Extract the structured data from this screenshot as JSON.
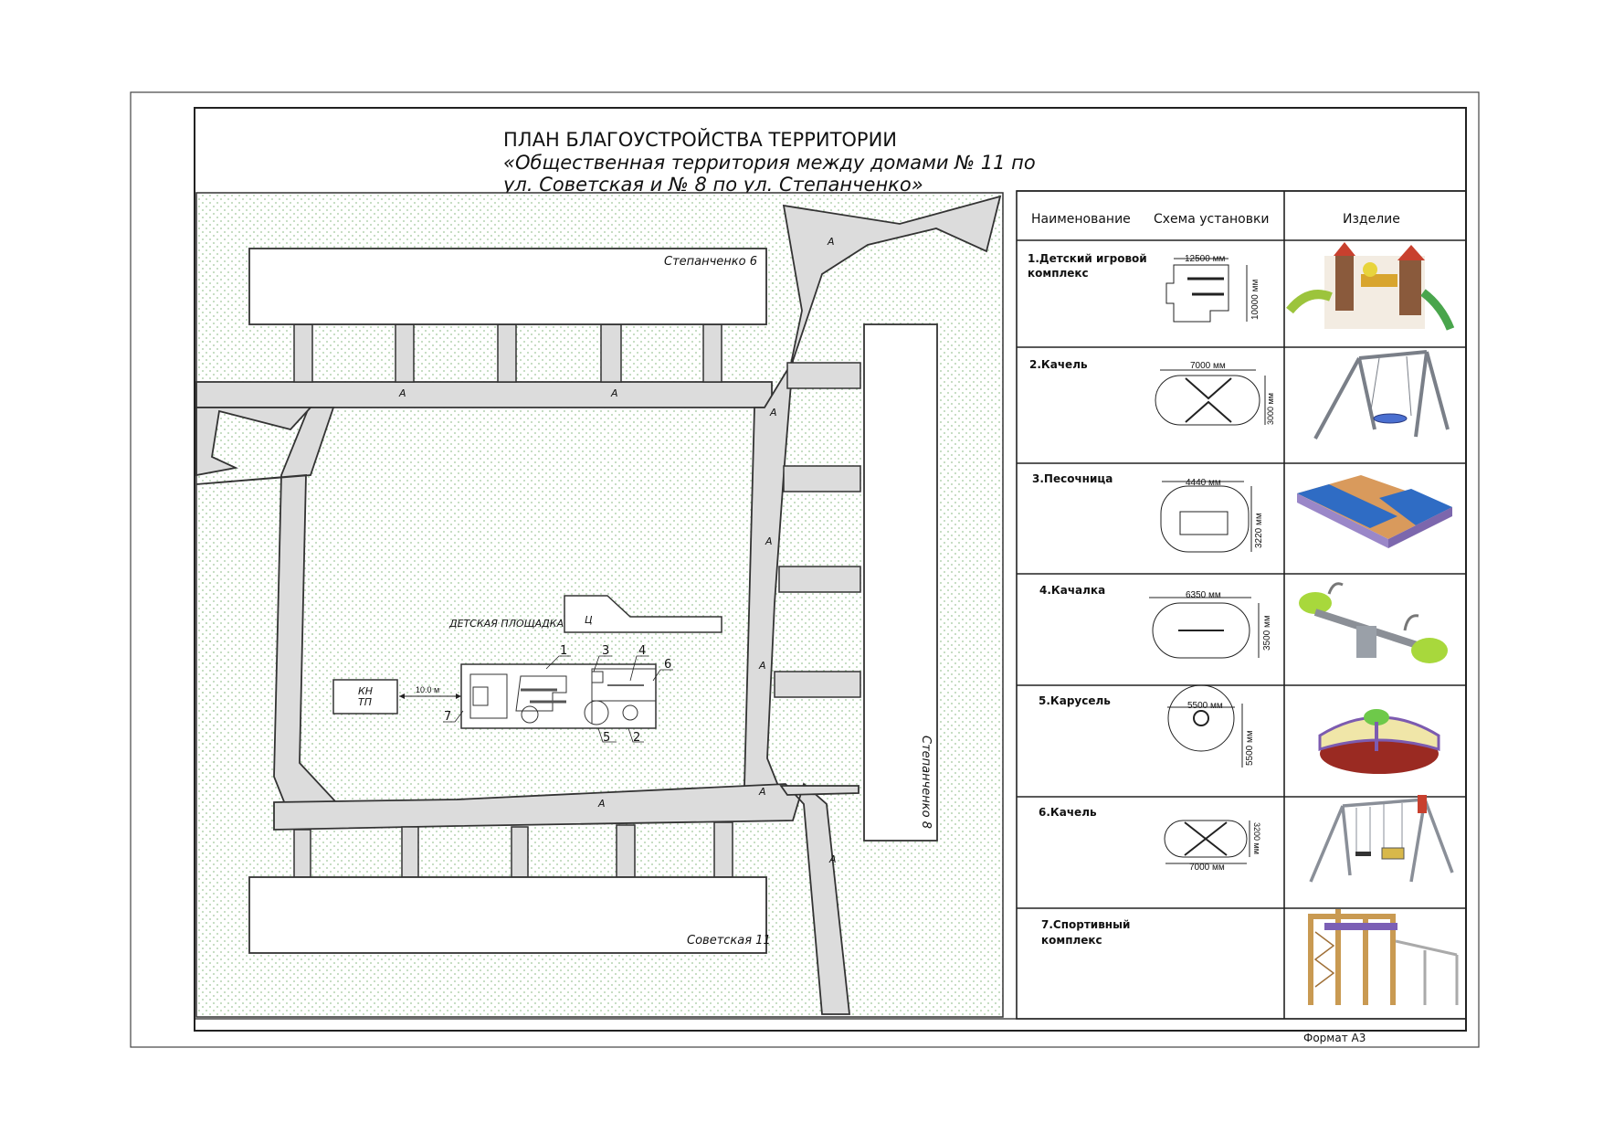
{
  "title": {
    "line1": "ПЛАН БЛАГОУСТРОЙСТВА ТЕРРИТОРИИ",
    "line2": "«Общественная территория между домами № 11 по",
    "line3": "ул. Советская и № 8 по ул. Степанченко»"
  },
  "map": {
    "house_top": "Степанченко 6",
    "house_right": "Степанченко 8",
    "house_bottom": "Советская 11",
    "playground_label": "ДЕТСКАЯ ПЛОЩАДКА",
    "road_marker": "А",
    "c_marker": "Ц",
    "kn_line1": "КН",
    "kn_line2": "ТП",
    "distance": "10.0 м",
    "callouts": [
      "1",
      "3",
      "4",
      "6",
      "7",
      "5",
      "2"
    ]
  },
  "table": {
    "headers": {
      "name": "Наименование",
      "scheme": "Схема установки",
      "product": "Изделие"
    },
    "rows": [
      {
        "name": "1.Детский игровой комплекс",
        "dims": [
          "12500 мм",
          "10000 мм"
        ],
        "product_icon": "playground-complex-icon"
      },
      {
        "name": "2.Качель",
        "dims": [
          "7000 мм",
          "3000 мм"
        ],
        "product_icon": "nest-swing-icon"
      },
      {
        "name": "3.Песочница",
        "dims": [
          "4440 мм",
          "3220 мм"
        ],
        "product_icon": "sandbox-icon"
      },
      {
        "name": "4.Качалка",
        "dims": [
          "6350 мм",
          "3500 мм"
        ],
        "product_icon": "seesaw-icon"
      },
      {
        "name": "5.Карусель",
        "dims": [
          "5500 мм",
          "5500 мм"
        ],
        "product_icon": "carousel-icon"
      },
      {
        "name": "6.Качель",
        "dims": [
          "3200 мм",
          "7000 мм"
        ],
        "product_icon": "double-swing-icon"
      },
      {
        "name": "7.Спортивный комплекс",
        "dims": [],
        "product_icon": "sport-complex-icon"
      }
    ]
  },
  "footer": {
    "format": "Формат А3"
  },
  "colors": {
    "road": "#dcdcdc",
    "grass_dot": "#a8cc9c",
    "line": "#333333"
  }
}
